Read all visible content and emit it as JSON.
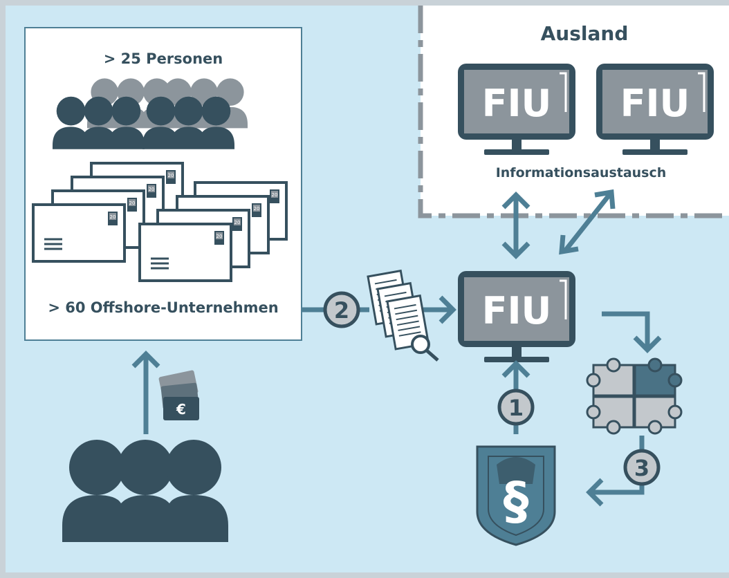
{
  "header_box": {
    "persons_label": "> 25 Personen",
    "companies_label": "> 60 Offshore-Unternehmen"
  },
  "foreign": {
    "title": "Ausland",
    "exchange_label": "Informationsaustausch"
  },
  "monitor_label": "FIU",
  "envelope_stamp": "20",
  "money_symbol": "€",
  "steps": [
    "1",
    "2",
    "3"
  ],
  "colors": {
    "background": "#cde8f4",
    "frame": "#c9d2d8",
    "dark": "#36505e",
    "arrow": "#4e7f95",
    "gray": "#8c959c",
    "puzzle_light": "#c3c8cc",
    "puzzle_dark": "#4a7285",
    "dashed_border": "#8c959c"
  }
}
